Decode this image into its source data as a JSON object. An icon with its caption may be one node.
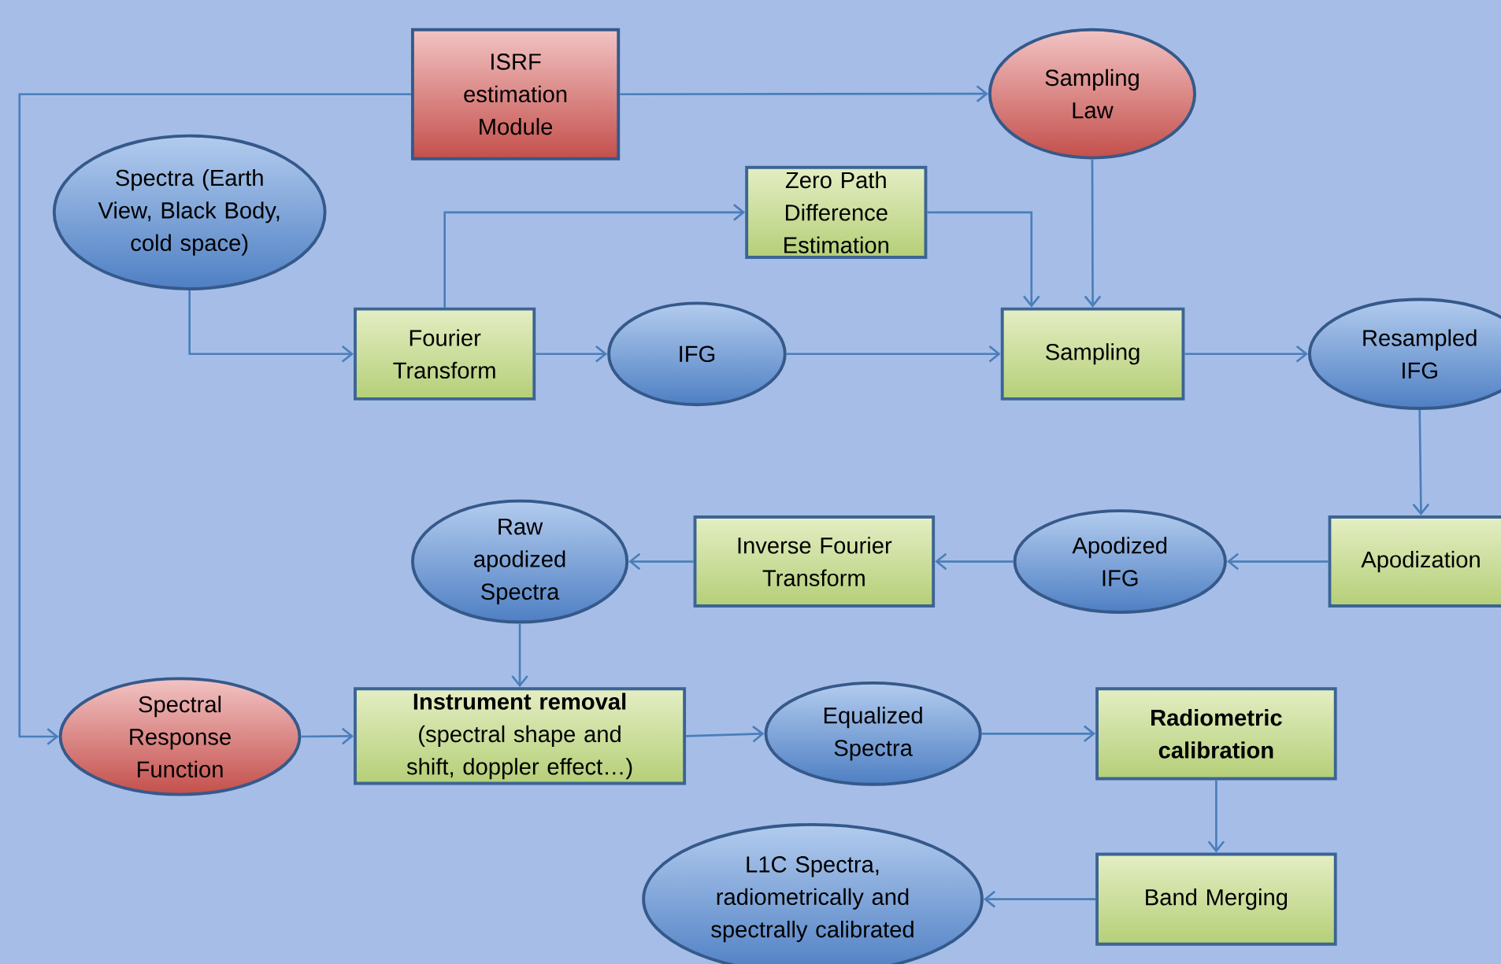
{
  "diagram": {
    "nodes": [
      {
        "text": [
          "ISRF estimation Module"
        ]
      },
      {
        "text": [
          "Sampling Law"
        ]
      },
      {
        "text": [
          "Spectra (Earth View, Black Body, cold space)"
        ]
      },
      {
        "text": [
          "Zero Path Difference Estimation"
        ]
      },
      {
        "text": [
          "Fourier Transform"
        ]
      },
      {
        "text": [
          "IFG"
        ]
      },
      {
        "text": [
          "Sampling"
        ]
      },
      {
        "text": [
          "Resampled IFG"
        ]
      },
      {
        "text": [
          "Apodization"
        ]
      },
      {
        "text": [
          "Apodized IFG"
        ]
      },
      {
        "text": [
          "Inverse Fourier Transform"
        ]
      },
      {
        "text": [
          "Raw apodized Spectra"
        ]
      },
      {
        "text": [
          "Spectral Response Function"
        ]
      },
      {
        "text": [
          "Instrument removal",
          "(spectral shape and shift, doppler effect…)"
        ]
      },
      {
        "text": [
          "Equalized Spectra"
        ]
      },
      {
        "text": [
          "Radiometric calibration"
        ]
      },
      {
        "text": [
          "Band Merging"
        ]
      },
      {
        "text": [
          "L1C Spectra, radiometrically and spectrally calibrated"
        ]
      }
    ],
    "edges": [
      {
        "from": 0,
        "to": 1,
        "arrow": "to"
      },
      {
        "from": 0,
        "to": 12,
        "arrow": "to"
      },
      {
        "from": 2,
        "to": 4,
        "arrow": "to"
      },
      {
        "from": 4,
        "to": 3,
        "arrow": "to"
      },
      {
        "from": 3,
        "to": 6,
        "arrow": "to"
      },
      {
        "from": 1,
        "to": 6,
        "arrow": "to"
      },
      {
        "from": 4,
        "to": 5,
        "arrow": "to"
      },
      {
        "from": 5,
        "to": 6,
        "arrow": "to"
      },
      {
        "from": 6,
        "to": 7,
        "arrow": "to"
      },
      {
        "from": 7,
        "to": 8,
        "arrow": "to"
      },
      {
        "from": 8,
        "to": 9,
        "arrow": "to"
      },
      {
        "from": 9,
        "to": 10,
        "arrow": "to"
      },
      {
        "from": 10,
        "to": 11,
        "arrow": "to"
      },
      {
        "from": 11,
        "to": 13,
        "arrow": "to"
      },
      {
        "from": 12,
        "to": 13,
        "arrow": "to"
      },
      {
        "from": 13,
        "to": 14,
        "arrow": "to"
      },
      {
        "from": 14,
        "to": 15,
        "arrow": "to"
      },
      {
        "from": 15,
        "to": 16,
        "arrow": "to"
      },
      {
        "from": 16,
        "to": 17,
        "arrow": "to"
      }
    ]
  }
}
